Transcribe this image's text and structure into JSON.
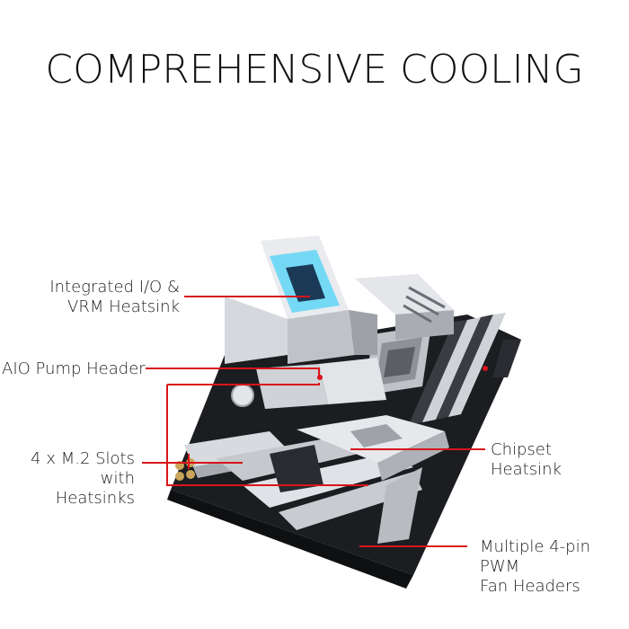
{
  "title": "COMPREHENSIVE COOLING",
  "callouts": {
    "io_vrm": {
      "line1": "Integrated I/O &",
      "line2": "VRM Heatsink"
    },
    "aio_pump": {
      "line1": "AIO Pump Header"
    },
    "m2": {
      "line1": "4 x M.2 Slots",
      "line2": "with Heatsinks"
    },
    "chipset": {
      "line1": "Chipset Heatsink"
    },
    "fan_headers": {
      "line1": "Multiple 4-pin PWM",
      "line2": "Fan Headers"
    }
  },
  "colors": {
    "callout_line": "#d9141b",
    "board": "#1c1d21",
    "heatsink": "#d8dbe0",
    "accent_glow": "#5fd6f5"
  }
}
